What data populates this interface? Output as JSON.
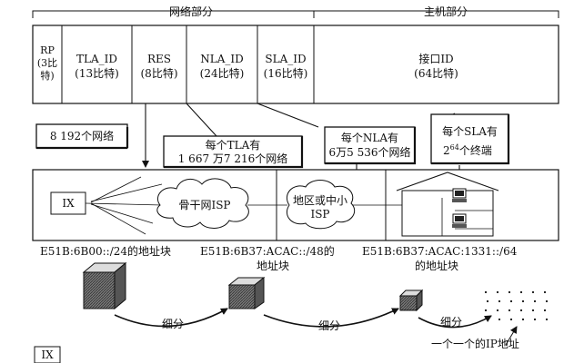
{
  "header": {
    "network_part": "网络部分",
    "host_part": "主机部分"
  },
  "fields": [
    {
      "name": "RP",
      "bits_lines": [
        "(3比",
        "特)"
      ]
    },
    {
      "name": "TLA_ID",
      "bits": "(13比特)"
    },
    {
      "name": "RES",
      "bits": "(8比特)"
    },
    {
      "name": "NLA_ID",
      "bits": "(24比特)"
    },
    {
      "name": "SLA_ID",
      "bits": "(16比特)"
    },
    {
      "name": "接口ID",
      "bits": "(64比特)"
    }
  ],
  "callouts": {
    "tla_networks": "8 192个网络",
    "each_tla": [
      "每个TLA有",
      "1 667 万7 216个网络"
    ],
    "each_nla": [
      "每个NLA有",
      "6万5 536个网络"
    ],
    "each_sla": [
      "每个SLA有",
      "2",
      "64",
      "个终端"
    ]
  },
  "topology": {
    "ix": "IX",
    "backbone": "骨干网ISP",
    "regional": [
      "地区或中小",
      "ISP"
    ]
  },
  "address_blocks": [
    {
      "lines": [
        "E51B:6B00::/24的地址块"
      ]
    },
    {
      "lines": [
        "E51B:6B37:ACAC::/48的",
        "地址块"
      ]
    },
    {
      "lines": [
        "E51B:6B37:ACAC:1331::/64",
        "的地址块"
      ]
    }
  ],
  "subdivide_label": "细分",
  "ip_addresses_label": "一个一个的IP地址",
  "legend": {
    "ix": "IX"
  }
}
